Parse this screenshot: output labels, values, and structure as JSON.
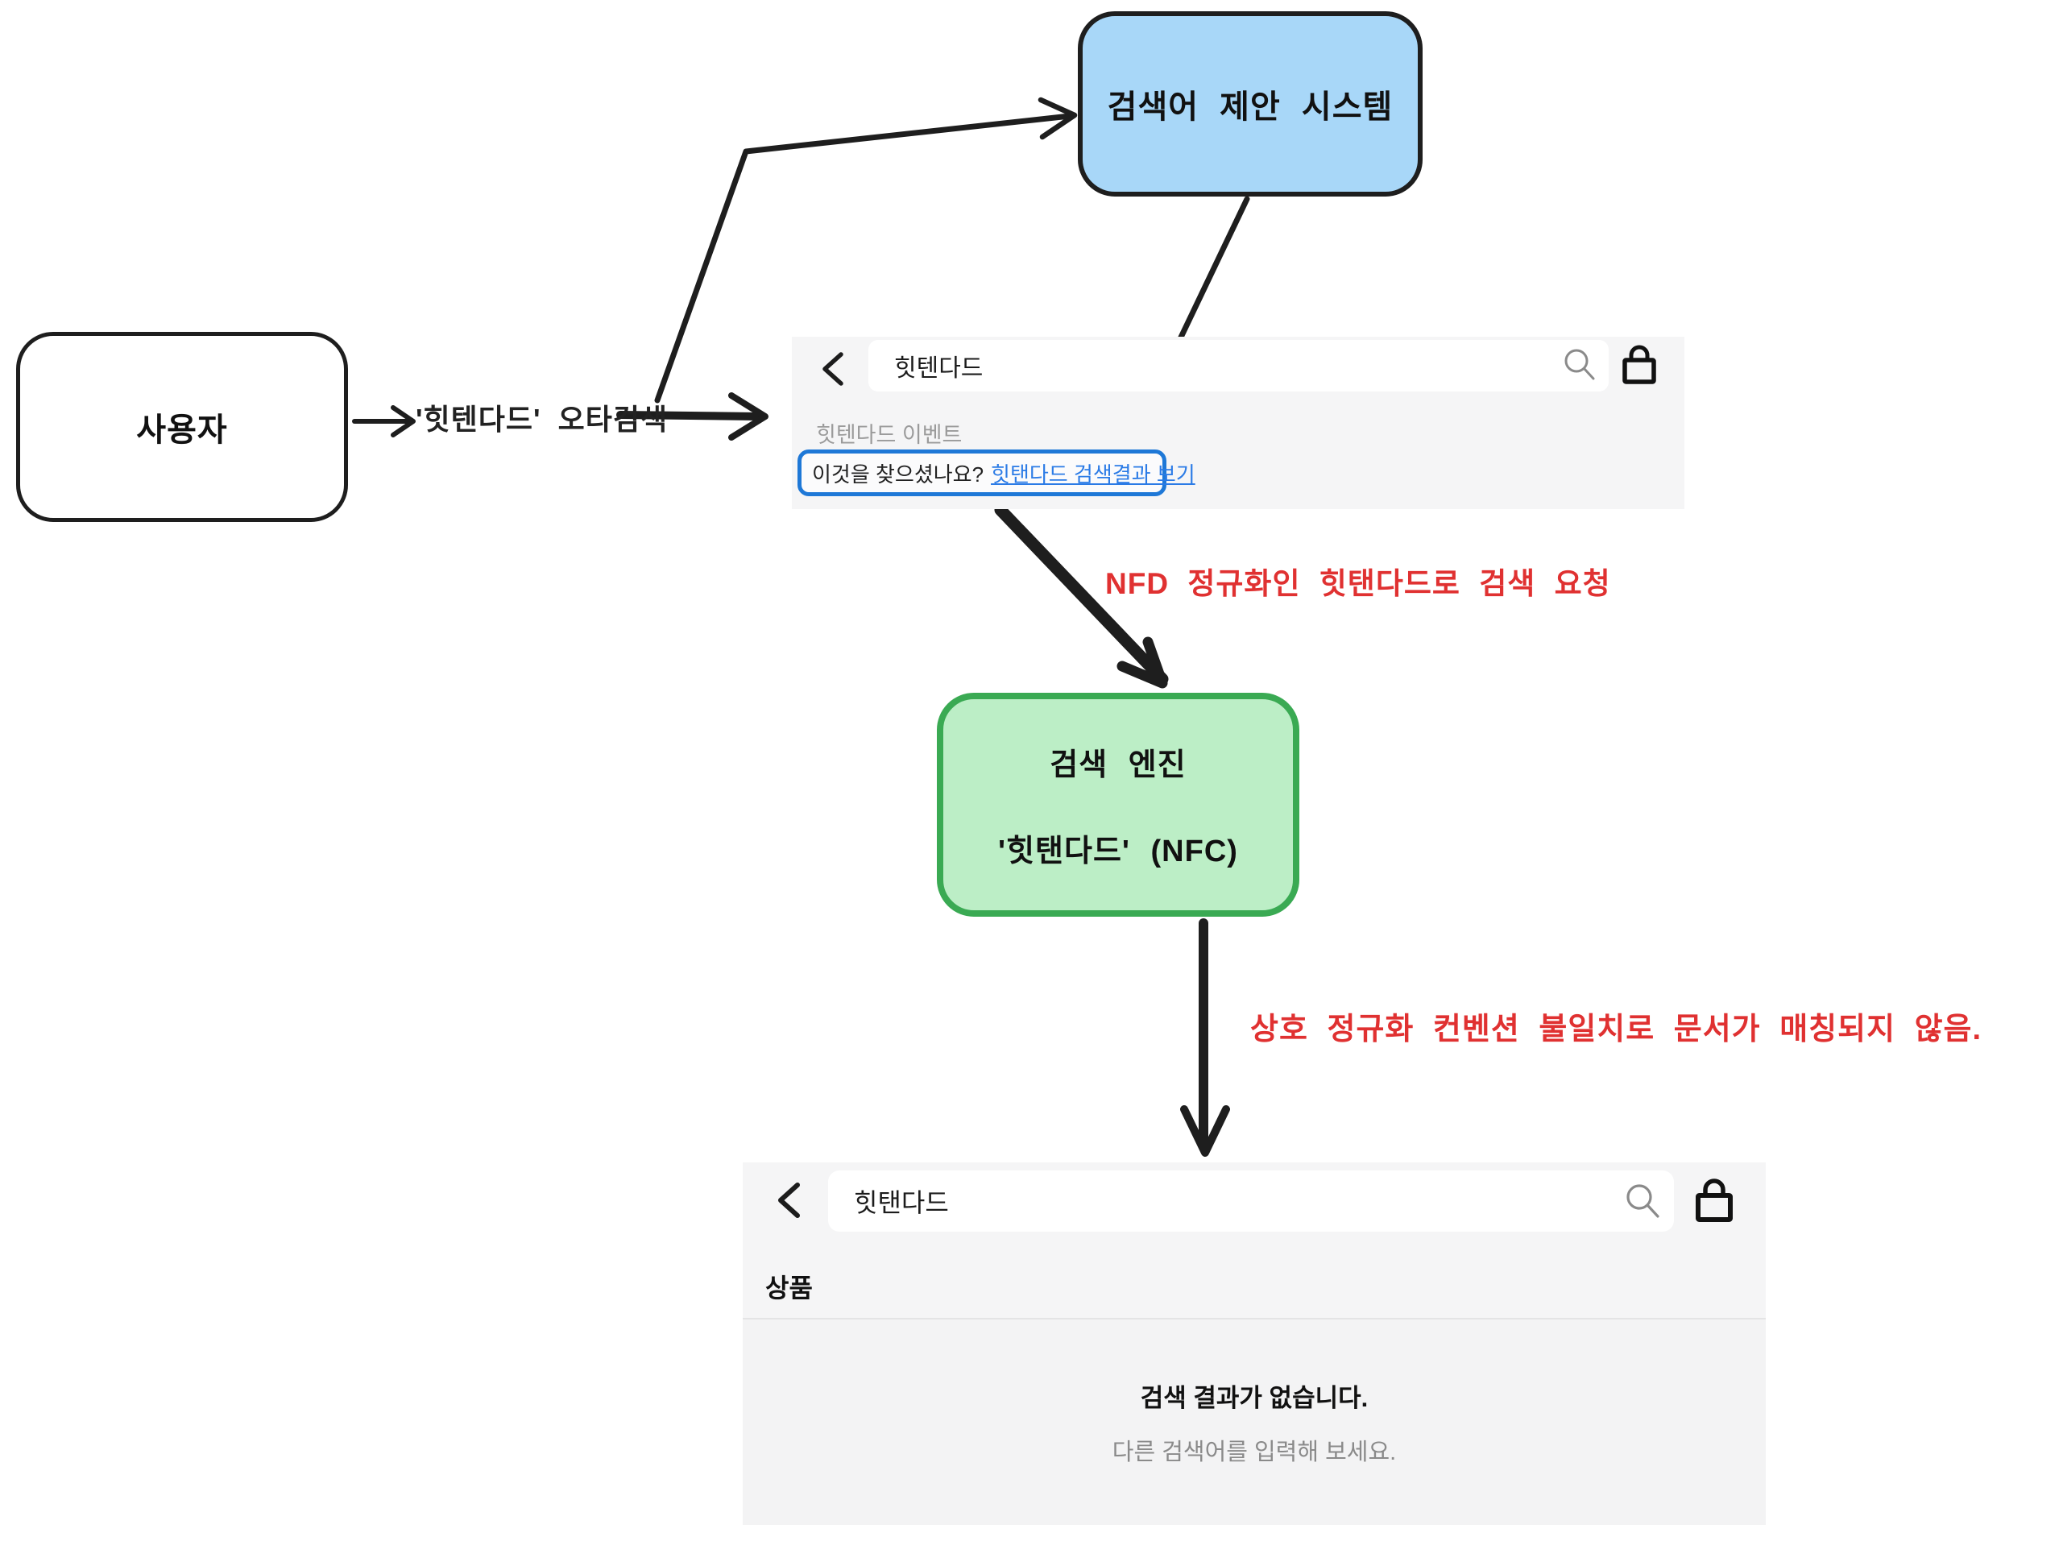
{
  "diagram": {
    "user_box_label": "사용자",
    "typo_edge_label": "'힛텐다드' 오타검색",
    "suggestion_system_label": "검색어 제안 시스템",
    "engine_title": "검색 엔진",
    "engine_query": "'힛탠다드' (NFC)",
    "nfd_note": "NFD 정규화인 힛탠다드로 검색 요청",
    "mismatch_note": "상호 정규화 컨벤션 불일치로 문서가 매칭되지 않음.",
    "colors": {
      "suggestion_system_fill": "#a8d7f8",
      "engine_fill": "#bceec6",
      "engine_border": "#3aaa53",
      "note_red": "#e03131",
      "arrow_stroke": "#1e1e1e"
    }
  },
  "search_top": {
    "query": "힛텐다드",
    "autocomplete_item": "힛텐다드 이벤트",
    "did_you_mean_prefix": "이것을 찾으셨나요?",
    "did_you_mean_link": "힛탠다드 검색결과 보기",
    "colors": {
      "highlight_border": "#1e78d7",
      "link_blue": "#2b7be6",
      "panel_bg": "#f5f5f6"
    }
  },
  "search_bottom": {
    "query": "힛탠다드",
    "section_label": "상품",
    "empty_title": "검색 결과가 없습니다.",
    "empty_subtitle": "다른 검색어를 입력해 보세요."
  }
}
